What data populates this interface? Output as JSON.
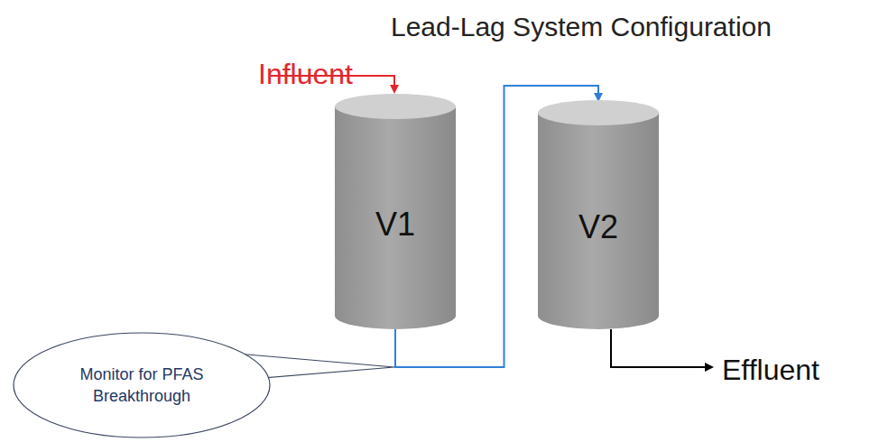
{
  "diagram": {
    "title": "Lead-Lag System Configuration",
    "nodes": [
      {
        "text": [
          "V1"
        ]
      },
      {
        "text": [
          "V2"
        ]
      },
      {
        "text": [
          "Monitor for PFAS Breakthrough"
        ]
      }
    ],
    "edges": [
      {
        "from": 0,
        "to": 1,
        "arrow": "to"
      }
    ],
    "labels": [
      "Influent",
      "Effluent"
    ]
  }
}
